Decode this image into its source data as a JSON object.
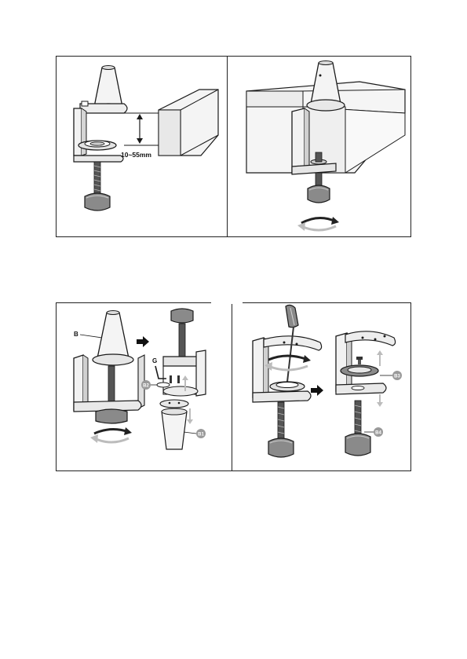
{
  "figure1": {
    "dimension_label": "10~55mm"
  },
  "figure2": {
    "label_b": "B",
    "label_g": "G",
    "badge_b1": "B1",
    "badge_b2": "B2",
    "badge_b3": "B3",
    "badge_b4": "B4"
  },
  "colors": {
    "line": "#1a1a1a",
    "metal_light": "#e6e6e6",
    "metal_mid": "#bdbdbd",
    "metal_dark": "#7a7a7a",
    "badge_fill": "#9a9a9a",
    "arrow": "#222222"
  }
}
